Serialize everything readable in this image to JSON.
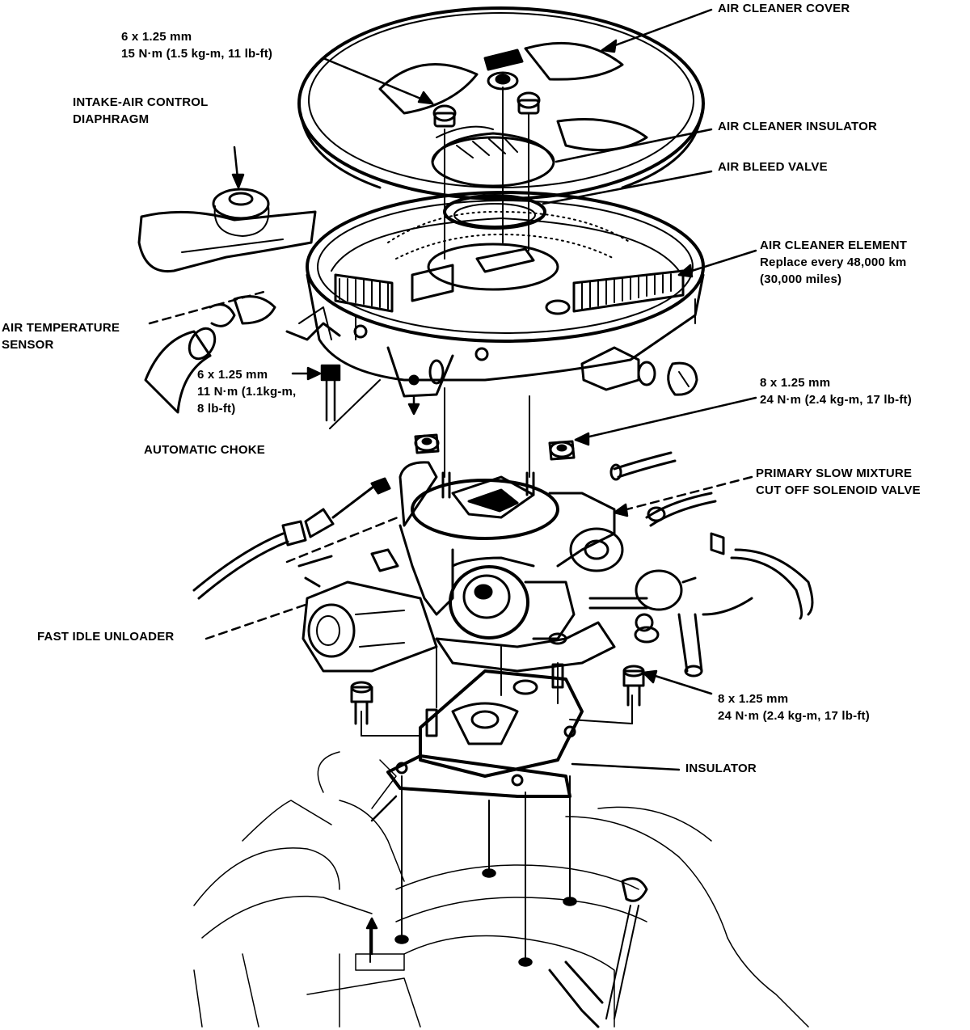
{
  "labels": {
    "air_cleaner_cover": "AIR CLEANER COVER",
    "cover_bolt_size": "6 x 1.25 mm",
    "cover_bolt_torque": "15 N·m (1.5 kg-m, 11 lb-ft)",
    "intake_air_line1": "INTAKE-AIR CONTROL",
    "intake_air_line2": "DIAPHRAGM",
    "air_cleaner_insulator": "AIR CLEANER INSULATOR",
    "air_bleed_valve": "AIR BLEED VALVE",
    "element_title": "AIR CLEANER ELEMENT",
    "element_line2": "Replace every 48,000 km",
    "element_line3": "(30,000 miles)",
    "air_temp_line1": "AIR TEMPERATURE",
    "air_temp_line2": "SENSOR",
    "choke_bolt_size": "6 x 1.25 mm",
    "choke_bolt_torque1": "11 N·m (1.1kg-m,",
    "choke_bolt_torque2": "8 lb-ft)",
    "nut_size": "8 x 1.25 mm",
    "nut_torque": "24 N·m (2.4 kg-m, 17 lb-ft)",
    "automatic_choke": "AUTOMATIC CHOKE",
    "solenoid_line1": "PRIMARY SLOW MIXTURE",
    "solenoid_line2": "CUT OFF SOLENOID VALVE",
    "fast_idle_unloader": "FAST IDLE UNLOADER",
    "bolt_size_lower": "8 x 1.25 mm",
    "bolt_torque_lower": "24 N·m (2.4 kg-m, 17 lb-ft)",
    "insulator": "INSULATOR"
  }
}
